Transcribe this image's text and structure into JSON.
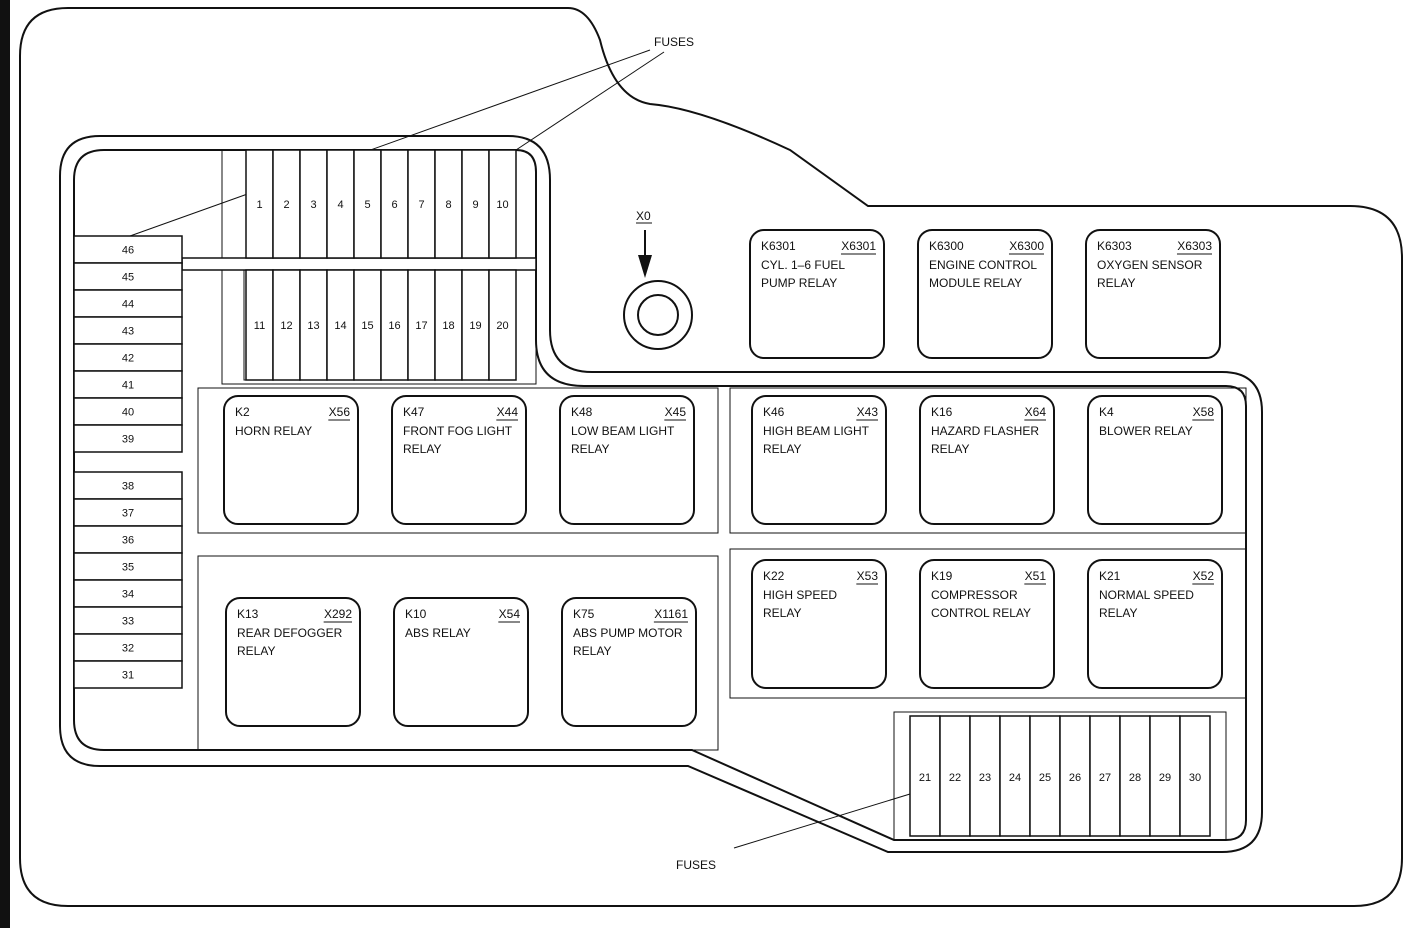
{
  "labels": {
    "fuses_top": "FUSES",
    "fuses_bottom": "FUSES",
    "ground_point": "X0"
  },
  "fuses_top_row": [
    "1",
    "2",
    "3",
    "4",
    "5",
    "6",
    "7",
    "8",
    "9",
    "10"
  ],
  "fuses_second_row": [
    "11",
    "12",
    "13",
    "14",
    "15",
    "16",
    "17",
    "18",
    "19",
    "20"
  ],
  "fuses_left_upper": [
    "46",
    "45",
    "44",
    "43",
    "42",
    "41",
    "40",
    "39"
  ],
  "fuses_left_lower": [
    "38",
    "37",
    "36",
    "35",
    "34",
    "33",
    "32",
    "31"
  ],
  "fuses_bottom_row": [
    "21",
    "22",
    "23",
    "24",
    "25",
    "26",
    "27",
    "28",
    "29",
    "30"
  ],
  "relays": [
    {
      "id": "K6301",
      "conn": "X6301",
      "line1": "CYL. 1–6 FUEL",
      "line2": "PUMP RELAY"
    },
    {
      "id": "K6300",
      "conn": "X6300",
      "line1": "ENGINE CONTROL",
      "line2": "MODULE RELAY"
    },
    {
      "id": "K6303",
      "conn": "X6303",
      "line1": "OXYGEN SENSOR",
      "line2": "RELAY"
    },
    {
      "id": "K2",
      "conn": "X56",
      "line1": "HORN RELAY",
      "line2": ""
    },
    {
      "id": "K47",
      "conn": "X44",
      "line1": "FRONT FOG LIGHT",
      "line2": "RELAY"
    },
    {
      "id": "K48",
      "conn": "X45",
      "line1": "LOW BEAM LIGHT",
      "line2": "RELAY"
    },
    {
      "id": "K46",
      "conn": "X43",
      "line1": "HIGH BEAM LIGHT",
      "line2": "RELAY"
    },
    {
      "id": "K16",
      "conn": "X64",
      "line1": "HAZARD FLASHER",
      "line2": "RELAY"
    },
    {
      "id": "K4",
      "conn": "X58",
      "line1": "BLOWER RELAY",
      "line2": ""
    },
    {
      "id": "K22",
      "conn": "X53",
      "line1": "HIGH SPEED",
      "line2": "RELAY"
    },
    {
      "id": "K19",
      "conn": "X51",
      "line1": "COMPRESSOR",
      "line2": "CONTROL RELAY"
    },
    {
      "id": "K21",
      "conn": "X52",
      "line1": "NORMAL SPEED",
      "line2": "RELAY"
    },
    {
      "id": "K13",
      "conn": "X292",
      "line1": "REAR DEFOGGER",
      "line2": "RELAY"
    },
    {
      "id": "K10",
      "conn": "X54",
      "line1": "ABS RELAY",
      "line2": ""
    },
    {
      "id": "K75",
      "conn": "X1161",
      "line1": "ABS PUMP MOTOR",
      "line2": "RELAY"
    }
  ]
}
